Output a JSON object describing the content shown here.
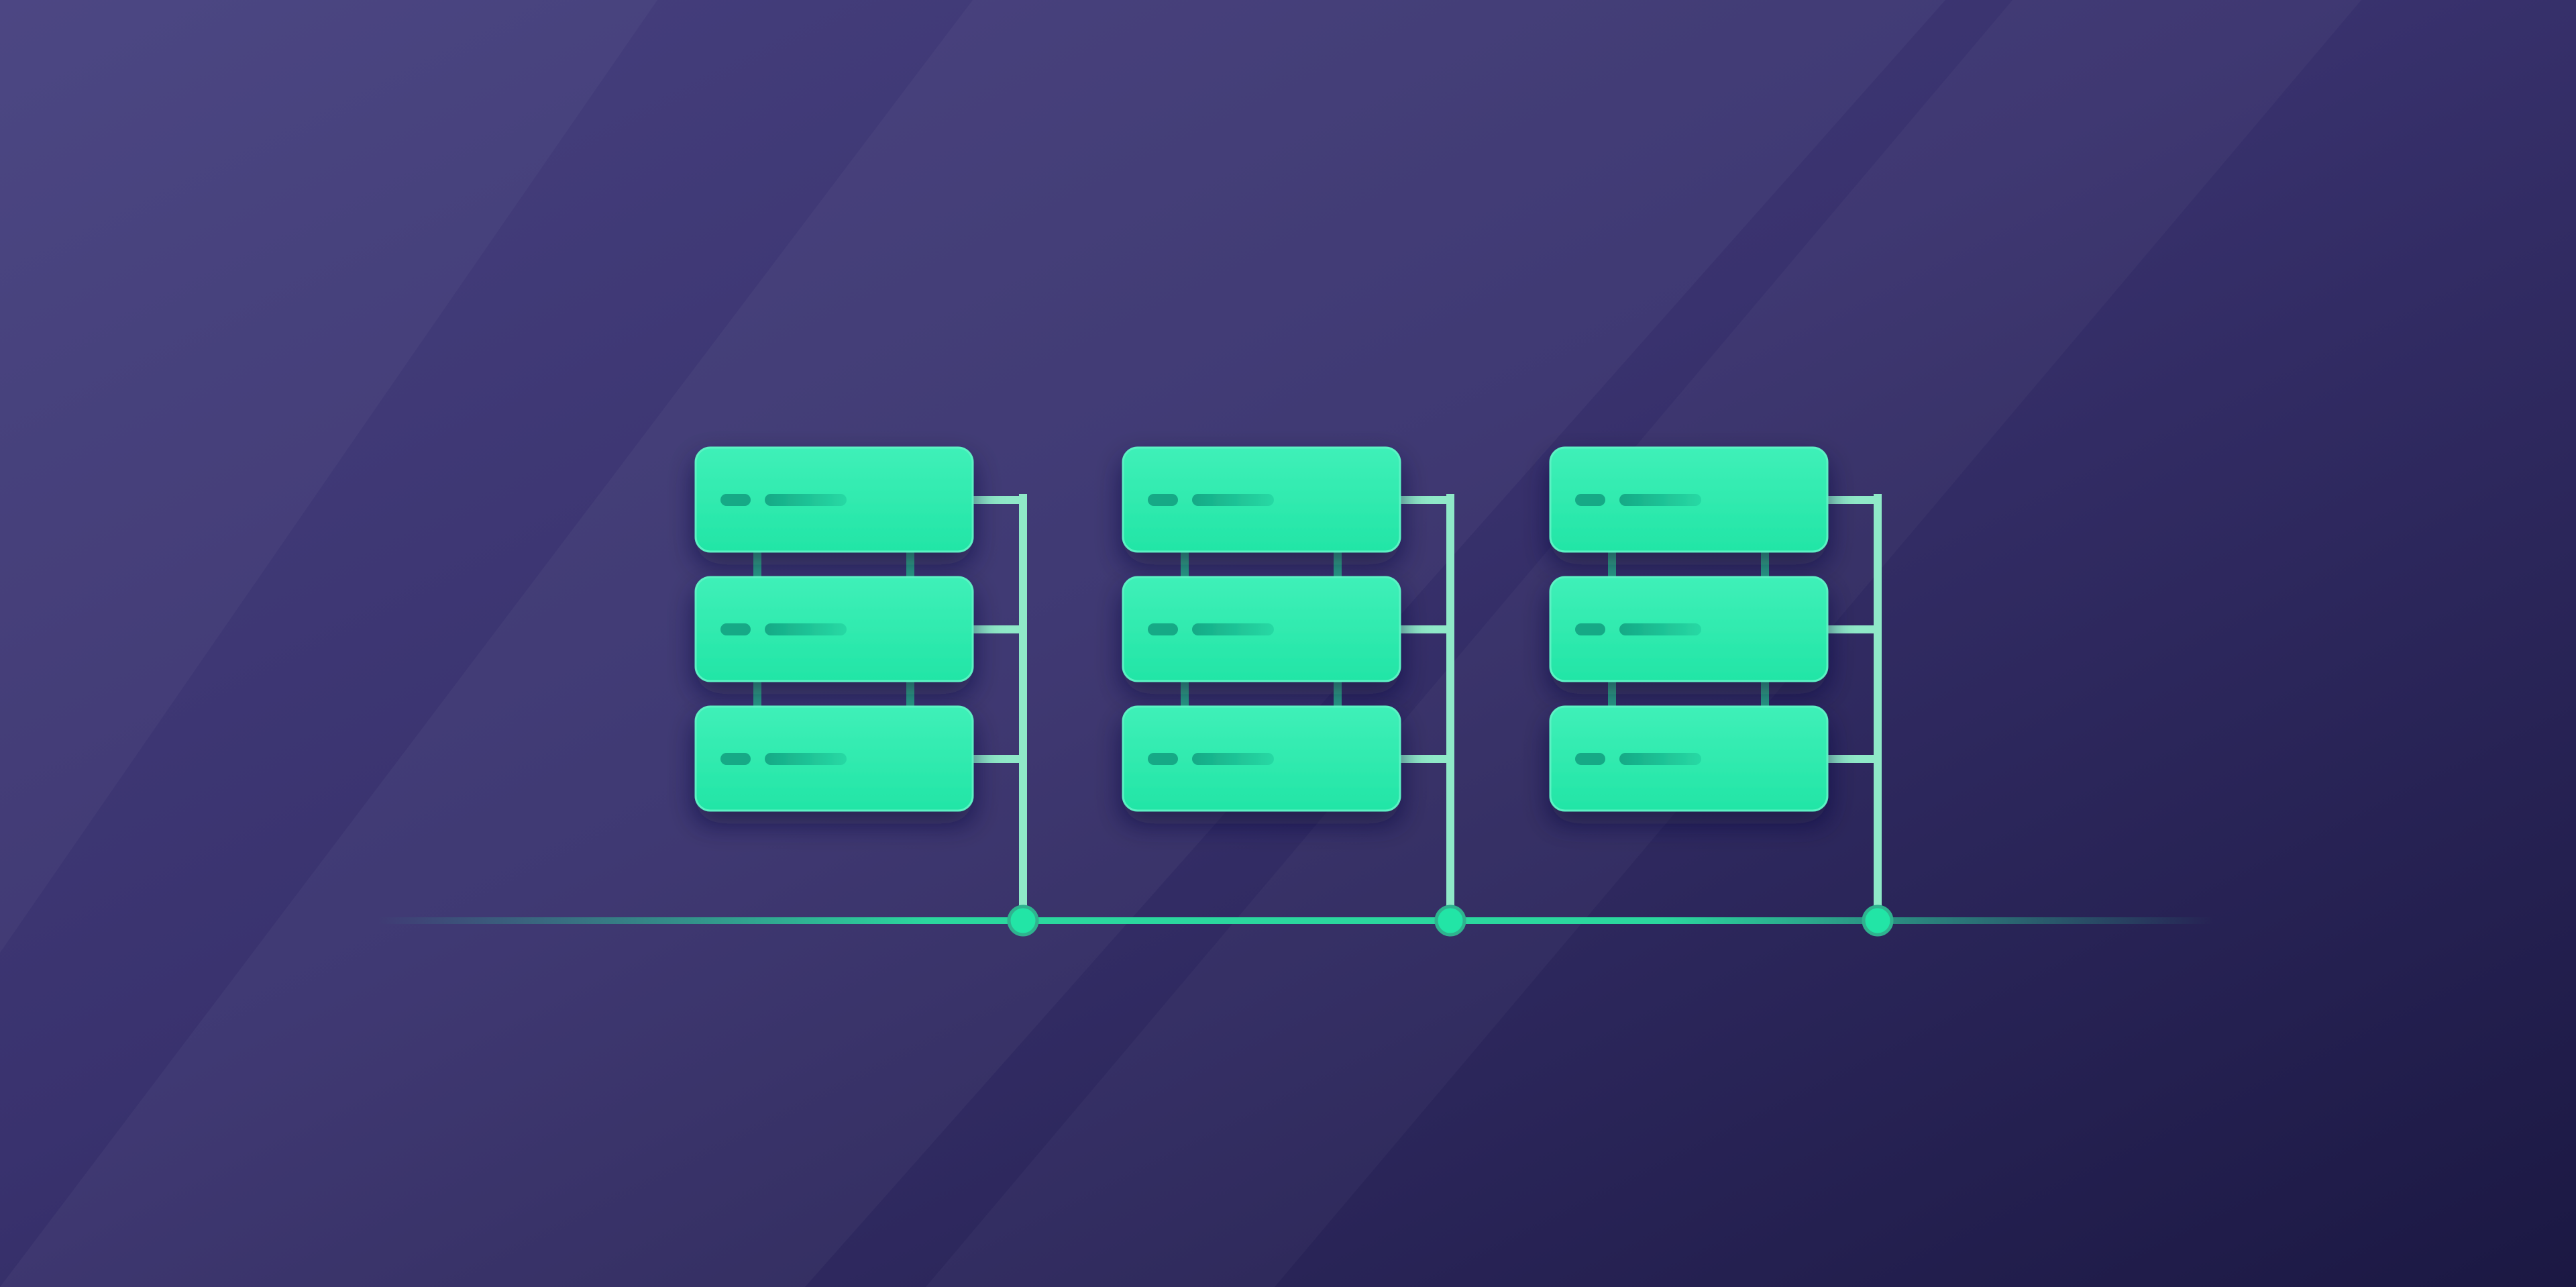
{
  "illustration": {
    "subject": "server-cluster",
    "rack_count": 3,
    "units_per_rack": 3
  },
  "colors": {
    "background_start": "#47417f",
    "background_mid": "#39326e",
    "background_end": "#1b1843",
    "server_fill": "#22e5a6",
    "server_highlight": "#3ff0b8",
    "server_stroke": "#5cf2c4",
    "server_shadow": "#15123a",
    "led": "#14a986",
    "slot_start": "#14a986",
    "slot_end": "#28d9a4",
    "connector": "#2fb38f",
    "riser": "#8fe9c8",
    "bus_line": "#2bd79e",
    "bus_node": "#22e5a6",
    "sheen": "#ffffff"
  },
  "icons": {
    "server_unit": "server-unit-icon",
    "bus_node": "network-node-icon"
  }
}
